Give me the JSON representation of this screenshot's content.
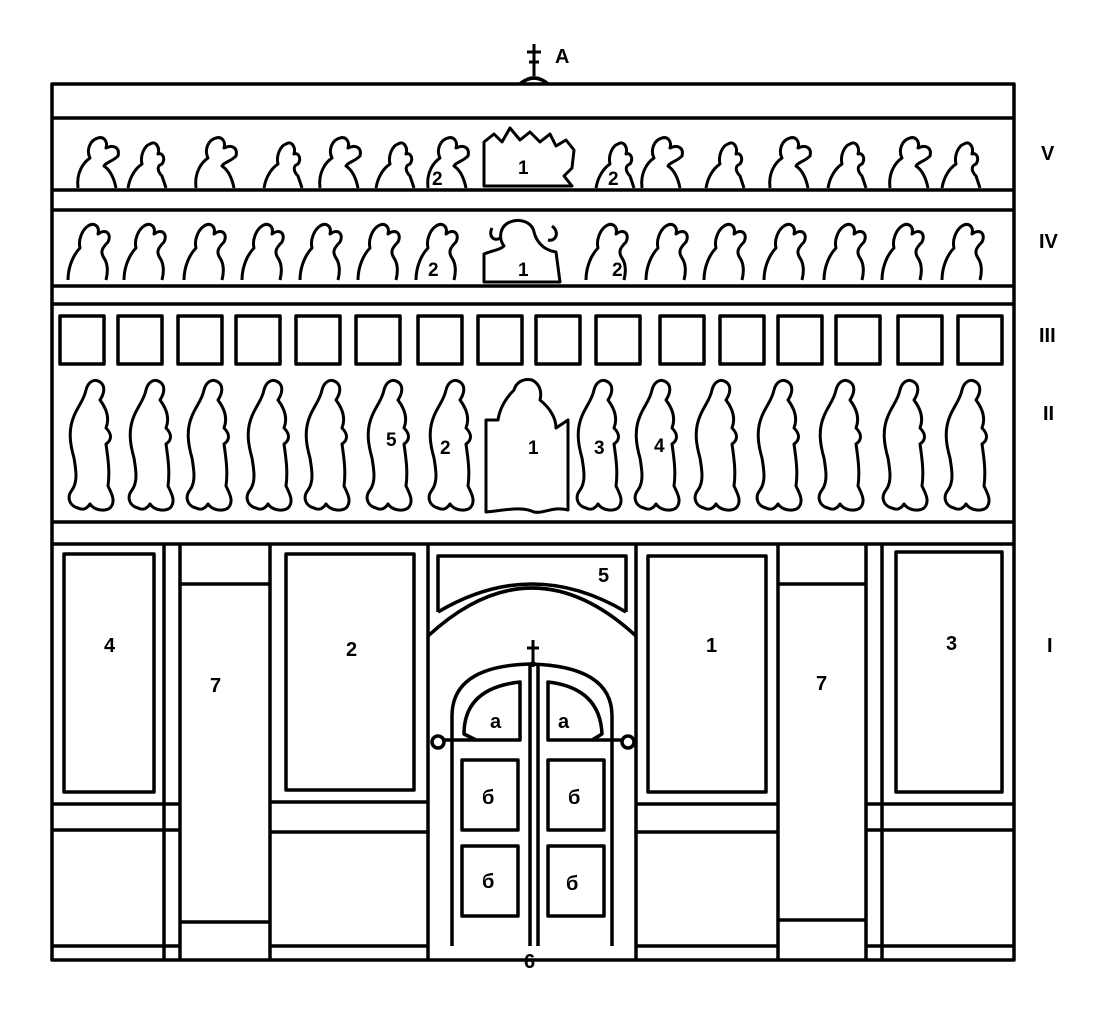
{
  "top_label": "A",
  "tier_labels": [
    "V",
    "IV",
    "III",
    "II",
    "I"
  ],
  "tier_v": {
    "center": "1",
    "left": "2",
    "right": "2"
  },
  "tier_iv": {
    "center": "1",
    "left": "2",
    "right": "2"
  },
  "tier_ii": {
    "center": "1",
    "left_near": "2",
    "left_far": "5",
    "right_near": "3",
    "right_far": "4"
  },
  "tier_i": {
    "panel_far_left": "4",
    "panel_left": "2",
    "panel_right": "1",
    "panel_far_right": "3",
    "side_door_left": "7",
    "side_door_right": "7",
    "arch": "5",
    "gate_bottom": "6",
    "gate_top_left": "а",
    "gate_top_right": "а",
    "gate_mid_left": "б",
    "gate_mid_right": "б",
    "gate_low_left": "б",
    "gate_low_right": "б"
  },
  "icons": [
    "cross-icon",
    "saint-figure-icon",
    "deesis-figure-icon",
    "ring-icon"
  ]
}
